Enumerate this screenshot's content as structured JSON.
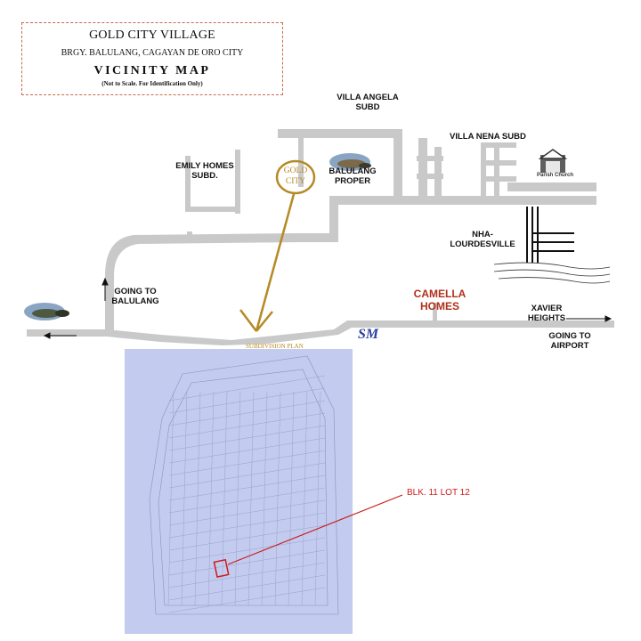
{
  "header": {
    "title": "GOLD CITY VILLAGE",
    "address": "BRGY. BALULANG, CAGAYAN DE ORO CITY",
    "map_title": "VICINITY MAP",
    "note": "(Not to Scale. For Identification Only)"
  },
  "labels": {
    "villa_angela": [
      "VILLA ANGELA",
      "SUBD"
    ],
    "villa_nena": "VILLA NENA SUBD",
    "parish_church": "Parish Church",
    "emily_homes": [
      "EMILY HOMES",
      "SUBD."
    ],
    "balulang_proper": [
      "BALULANG",
      "PROPER"
    ],
    "gold_city": [
      "GOLD",
      "CITY"
    ],
    "nha": [
      "NHA-",
      "LOURDESVILLE"
    ],
    "going_to_balulang": [
      "GOING TO",
      "BALULANG"
    ],
    "camella": [
      "CAMELLA",
      "HOMES"
    ],
    "xavier_heights": [
      "XAVIER",
      "HEIGHTS"
    ],
    "going_to_airport": [
      "GOING TO",
      "AIRPORT"
    ],
    "sm_logo": "SM",
    "subdivision_plan": "SUBDIVISION PLAN",
    "lot": "BLK. 11 LOT 12"
  },
  "colors": {
    "road": "#c9c9c9",
    "gold": "#b58a23",
    "lot_red": "#cc1b1b",
    "camella": "#b0301c",
    "sm_blue": "#2a3f9e",
    "plan_paper": "#c3cbef"
  }
}
